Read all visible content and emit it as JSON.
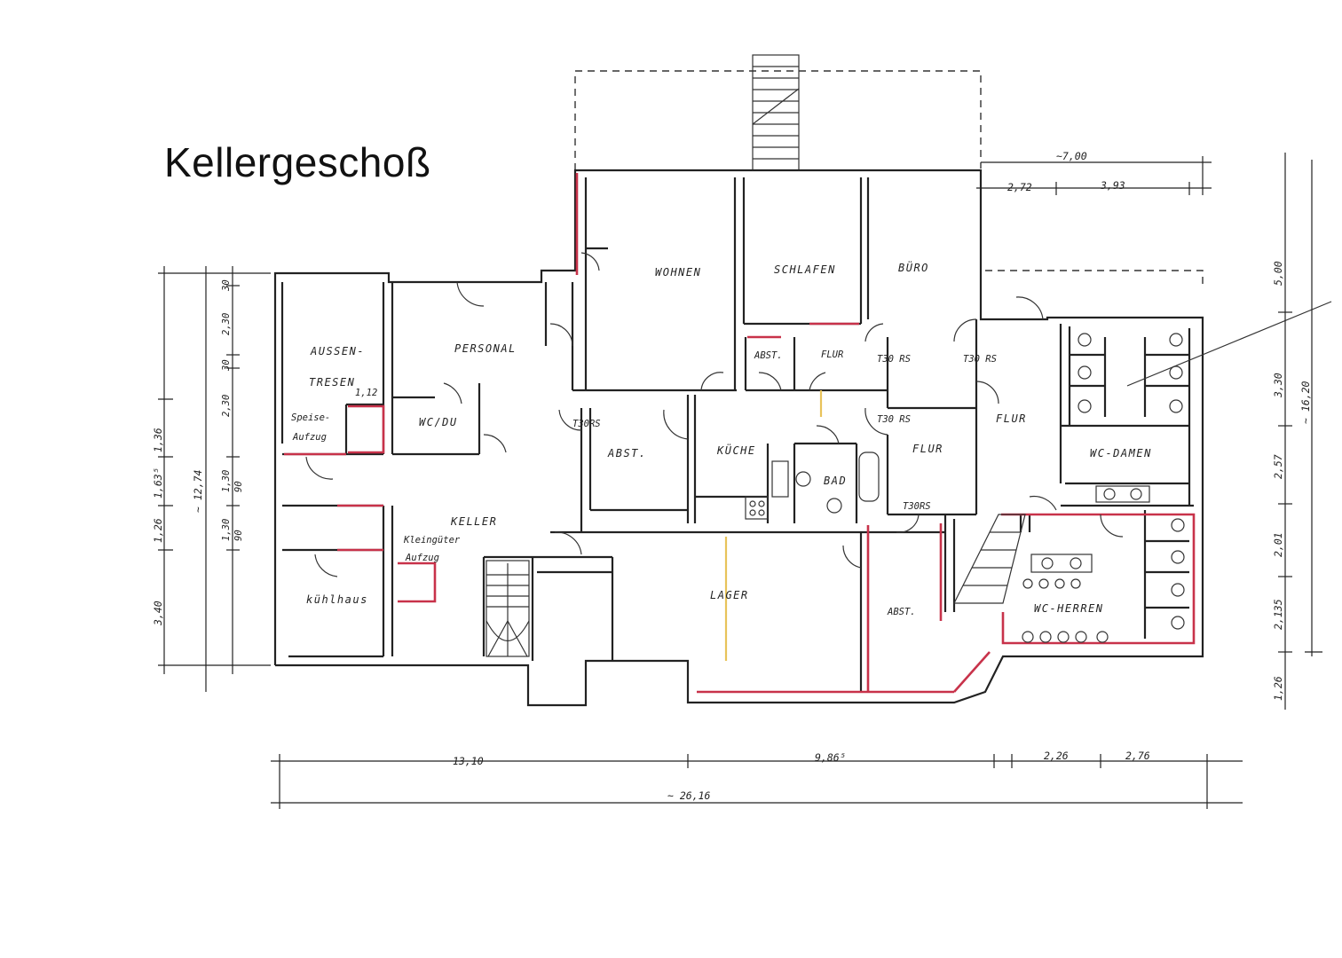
{
  "title": "Kellergeschoß",
  "rooms": {
    "aussen_tresen_1": "AUSSEN-",
    "aussen_tresen_2": "TRESEN",
    "speise_1": "Speise-",
    "speise_2": "Aufzug",
    "personal": "PERSONAL",
    "wc_du": "WC/DU",
    "wohnen": "WOHNEN",
    "schlafen": "SCHLAFEN",
    "buero": "BÜRO",
    "abst_1": "ABST.",
    "flur_1": "FLUR",
    "abst_2": "ABST.",
    "kueche": "KÜCHE",
    "bad": "BAD",
    "flur_2": "FLUR",
    "flur_3": "FLUR",
    "wc_damen": "WC-DAMEN",
    "wc_herren": "WC-HERREN",
    "keller": "KELLER",
    "kleingueter_1": "Kleingüter",
    "kleingueter_2": "Aufzug",
    "kuehlhaus": "kühlhaus",
    "lager": "LAGER",
    "abst_3": "ABST."
  },
  "doors": {
    "t30_a": "T30RS",
    "t30_b": "T30 RS",
    "t30_c": "T30 RS",
    "t30_d": "T30 RS",
    "t30_e": "T30RS"
  },
  "dimensions": {
    "bottom_1": "13,10",
    "bottom_2": "9,86⁵",
    "bottom_3": "2,26",
    "bottom_4": "2,76",
    "bottom_total": "~ 26,16",
    "top_total": "~7,00",
    "top_1": "2,72",
    "top_2": "3,93",
    "right_1": "5,00",
    "right_2": "3,30",
    "right_3": "2,57",
    "right_4": "2,01",
    "right_5": "2,135",
    "right_6": "1,26",
    "right_total": "~ 16,20",
    "left_total": "~ 12,74",
    "left_a1": "1,36",
    "left_a2": "1,63⁵",
    "left_a3": "1,26",
    "left_a4": "3,40",
    "left_b1": "30",
    "left_b2": "2,30",
    "left_b3": "30",
    "left_b4": "2,30",
    "left_b5": "1,30",
    "left_b6": "90",
    "left_b7": "1,30",
    "left_b8": "90",
    "mini": "1,12"
  },
  "colors": {
    "wall": "#222222",
    "fire_wall": "#c8324a",
    "opening": "#e8c35a"
  }
}
